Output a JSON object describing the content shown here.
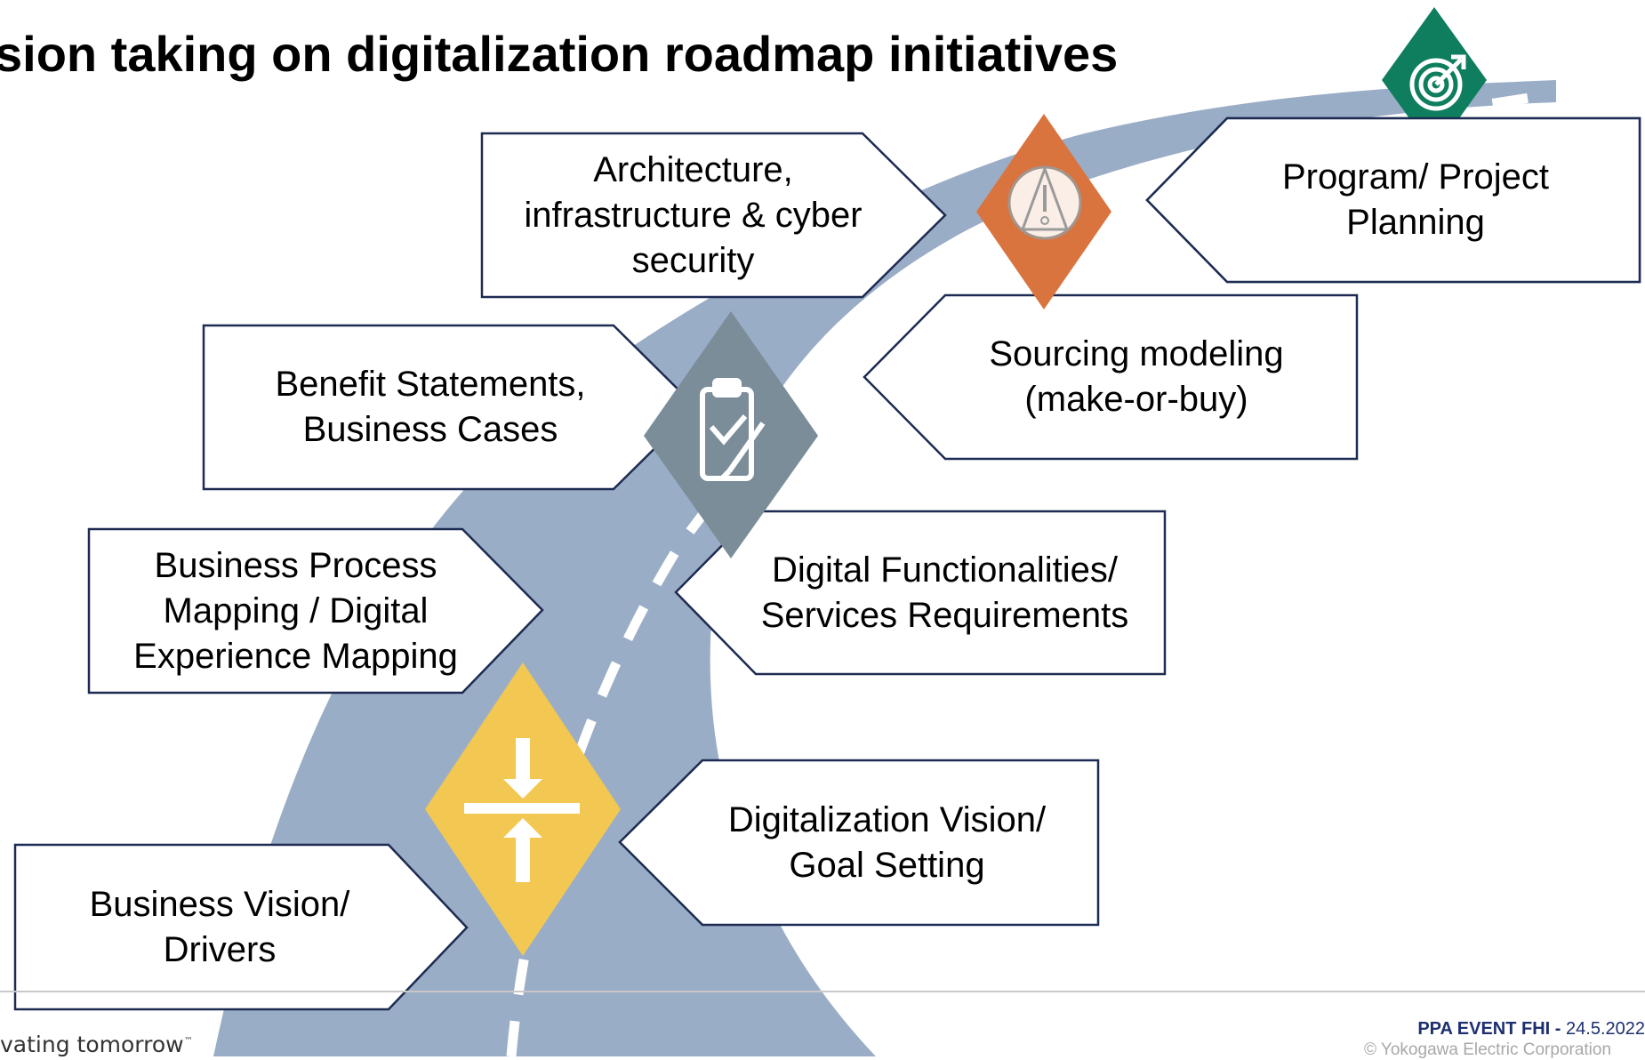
{
  "slide": {
    "title": "sion taking on digitalization roadmap initiatives"
  },
  "colors": {
    "road": "#9aadc6",
    "road_marking": "#ffffff",
    "box_border": "#1d2b52",
    "diamond_goal": "#0e7e5e",
    "diamond_warning": "#d9743f",
    "diamond_clipboard": "#7a8d99",
    "diamond_yield": "#f2c752"
  },
  "steps": [
    {
      "id": "business-vision",
      "label": "Business Vision/\nDrivers"
    },
    {
      "id": "digitalization-vision",
      "label": "Digitalization Vision/\nGoal Setting"
    },
    {
      "id": "business-process",
      "label": "Business Process\nMapping / Digital\nExperience Mapping"
    },
    {
      "id": "digital-functionalities",
      "label": "Digital Functionalities/\nServices Requirements"
    },
    {
      "id": "benefit-statements",
      "label": "Benefit Statements,\nBusiness Cases"
    },
    {
      "id": "sourcing-modeling",
      "label": "Sourcing modeling\n(make-or-buy)"
    },
    {
      "id": "architecture",
      "label": "Architecture,\ninfrastructure & cyber\nsecurity"
    },
    {
      "id": "program-planning",
      "label": "Program/ Project\nPlanning"
    }
  ],
  "road_signs": [
    {
      "id": "goal",
      "icon": "target-icon"
    },
    {
      "id": "warning",
      "icon": "warning-icon"
    },
    {
      "id": "clipboard",
      "icon": "clipboard-check-icon"
    },
    {
      "id": "merge",
      "icon": "arrows-converge-icon"
    }
  ],
  "footer": {
    "tagline": "vating tomorrow",
    "trademark": "™",
    "event_name": "PPA EVENT FHI",
    "event_separator": " - ",
    "event_date": "24.5.2022",
    "copyright": "© Yokogawa Electric Corporation"
  }
}
